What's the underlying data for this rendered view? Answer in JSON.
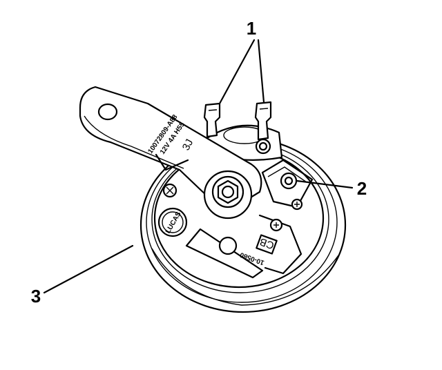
{
  "callouts": {
    "terminals": "1",
    "mounting_nut": "2",
    "horn_body": "3"
  },
  "stamps": {
    "bracket_line1": "10072809-A88",
    "bracket_line2": "12V 4A H55",
    "bracket_code": "3J",
    "body_code": "CB",
    "body_number": "10-0580",
    "logo_text": "LUCAS"
  }
}
